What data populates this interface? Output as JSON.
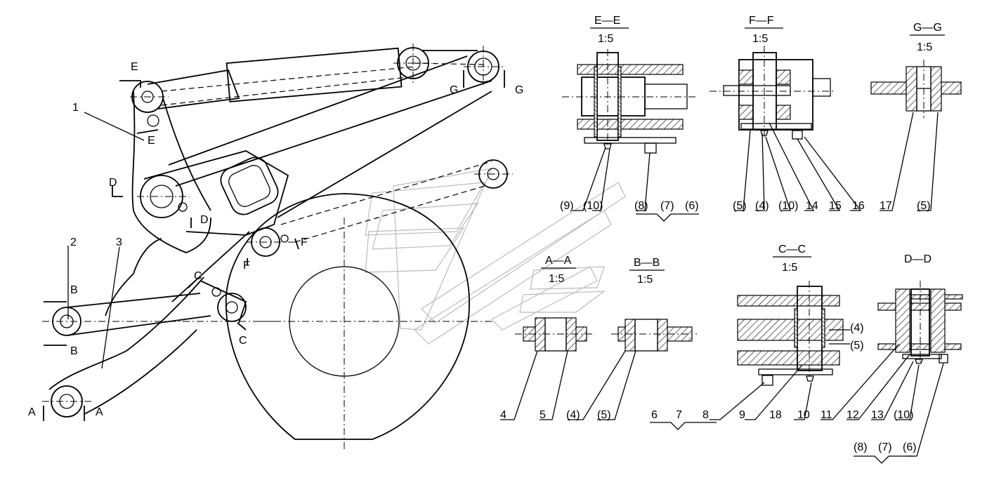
{
  "main_view": {
    "part_numbers": [
      "1",
      "2",
      "3"
    ],
    "section_marks": [
      "E",
      "E",
      "D",
      "D",
      "B",
      "B",
      "C",
      "C",
      "A",
      "A",
      "F",
      "F",
      "G",
      "G"
    ]
  },
  "sections": {
    "EE": {
      "title": "E—E",
      "scale": "1:5",
      "callouts": [
        "(9)",
        "(10)",
        "(8)",
        "(7)",
        "(6)"
      ]
    },
    "FF": {
      "title": "F—F",
      "scale": "1:5",
      "callouts": [
        "(5)",
        "(4)",
        "(10)",
        "14",
        "15",
        "16"
      ]
    },
    "GG": {
      "title": "G—G",
      "scale": "1:5",
      "callouts": [
        "17",
        "(5)"
      ]
    },
    "AA": {
      "title": "A—A",
      "scale": "1:5",
      "callouts": [
        "4",
        "5"
      ]
    },
    "BB": {
      "title": "B—B",
      "scale": "1:5",
      "callouts": [
        "(4)",
        "(5)"
      ]
    },
    "CC": {
      "title": "C—C",
      "scale": "1:5",
      "callouts": [
        "(4)",
        "(5)",
        "6",
        "7",
        "8",
        "9",
        "18",
        "10"
      ]
    },
    "DD": {
      "title": "D—D",
      "callouts": [
        "11",
        "12",
        "13",
        "(10)",
        "(8)",
        "(7)",
        "(6)"
      ]
    }
  }
}
